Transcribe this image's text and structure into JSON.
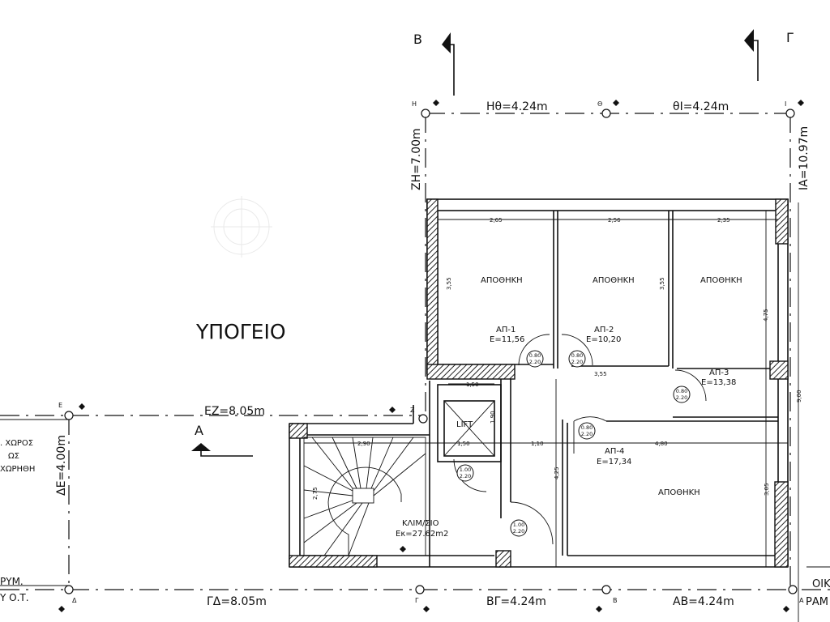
{
  "title": "ΥΠΟΓΕΙΟ",
  "section_marks": {
    "a": "A",
    "b": "B",
    "g": "Γ"
  },
  "points": {
    "h": "Η",
    "th": "Θ",
    "i": "Ι",
    "e": "Ε",
    "z": "Ζ",
    "d": "Δ",
    "g": "Γ",
    "b": "Β",
    "a": "Α"
  },
  "boundary_dims": {
    "h_th": "Ηθ=4.24m",
    "th_i": "θΙ=4.24m",
    "z_h": "ΖΗ=7.00m",
    "i_a": "ΙΑ=10.97m",
    "e_z": "ΕΖ=8.05m",
    "d_e": "ΔΕ=4.00m",
    "g_d": "ΓΔ=8.05m",
    "b_g": "ΒΓ=4.24m",
    "a_b": "ΑΒ=4.24m"
  },
  "rooms": [
    {
      "name": "ΑΠΟΘΗΚΗ",
      "code": "ΑΠ-1",
      "area": "Ε=11,56"
    },
    {
      "name": "ΑΠΟΘΗΚΗ",
      "code": "ΑΠ-2",
      "area": "Ε=10,20"
    },
    {
      "name": "ΑΠΟΘΗΚΗ",
      "code": "ΑΠ-3",
      "area": "Ε=13,38"
    },
    {
      "name": "ΑΠΟΘΗΚΗ",
      "code": "ΑΠ-4",
      "area": "Ε=17,34"
    }
  ],
  "stair": {
    "name": "ΚΛΙΜ/ΣΙΟ",
    "area": "Εκ=27.62m2"
  },
  "lift": "LIFT",
  "doors": [
    {
      "w": "0.80",
      "h": "2.20"
    },
    {
      "w": "0.80",
      "h": "2.20"
    },
    {
      "w": "0.80",
      "h": "2.20"
    },
    {
      "w": "0.80",
      "h": "2.20"
    },
    {
      "w": "1.00",
      "h": "2.20"
    },
    {
      "w": "1.00",
      "h": "2.20"
    }
  ],
  "inner_dims": {
    "d265": "2,65",
    "d256": "2,56",
    "d235": "2,35",
    "d355a": "3,55",
    "d355b": "3,55",
    "d355c": "3,55",
    "d475": "4,75",
    "d900": "9,00",
    "d150a": "1,50",
    "d190": "1,90",
    "d150b": "1,50",
    "d110": "1,10",
    "d480": "4,80",
    "d290": "2,90",
    "d275": "2,75",
    "d425": "4,25",
    "d305": "3,05"
  },
  "side_notes": {
    "left": [
      ". ΧΩΡΟΣ",
      "ΩΣ",
      "ΧΩΡΗΘΗ"
    ],
    "left_bottom": [
      "ΡΥΜ.",
      "Υ Ο.Τ."
    ],
    "right_bottom": [
      "ΟΙΚ",
      "ΡΑΜ"
    ]
  }
}
